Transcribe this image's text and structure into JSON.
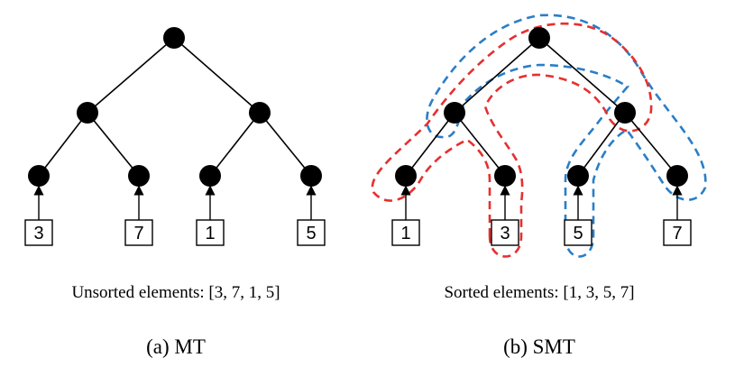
{
  "panel_a": {
    "leaves": [
      "3",
      "7",
      "1",
      "5"
    ],
    "caption": "Unsorted elements:  [3, 7, 1, 5]",
    "sublabel": "(a)  MT"
  },
  "panel_b": {
    "leaves": [
      "1",
      "3",
      "5",
      "7"
    ],
    "caption": "Sorted elements:  [1, 3, 5, 7]",
    "sublabel": "(b)  SMT"
  },
  "colors": {
    "node": "#000000",
    "red_path": "#e53030",
    "blue_path": "#2a7ec7"
  }
}
